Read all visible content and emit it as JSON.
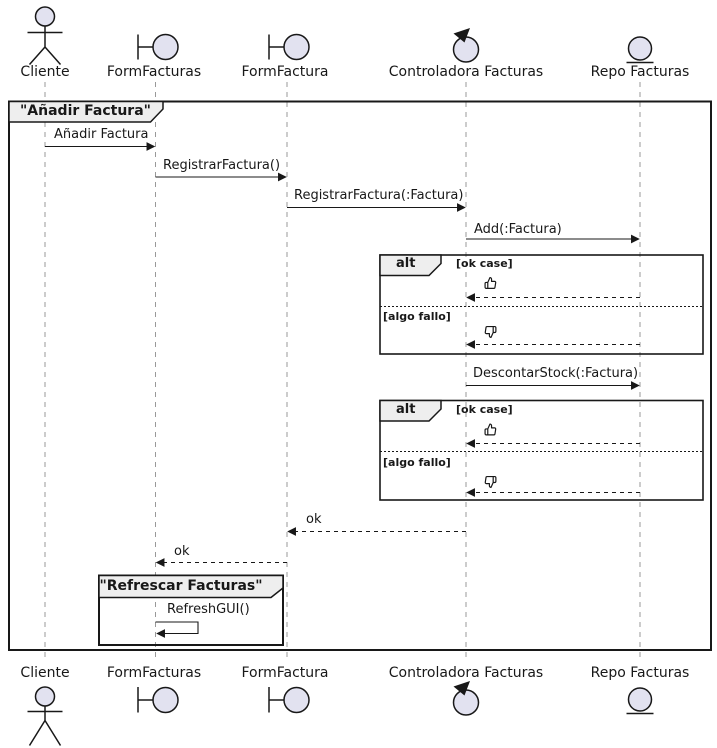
{
  "diagram_type": "uml-sequence-diagram",
  "participants": [
    {
      "name": "Cliente",
      "icon": "actor-icon"
    },
    {
      "name": "FormFacturas",
      "icon": "boundary-icon"
    },
    {
      "name": "FormFactura",
      "icon": "boundary-icon"
    },
    {
      "name": "Controladora Facturas",
      "icon": "control-icon"
    },
    {
      "name": "Repo Facturas",
      "icon": "entity-icon"
    }
  ],
  "frames": {
    "outer_title": "\"Añadir Factura\"",
    "inner_title": "\"Refrescar Facturas\""
  },
  "messages": {
    "anadir_factura": "Añadir Factura",
    "registrar_factura": "RegistrarFactura()",
    "registrar_factura_param": "RegistrarFactura(:Factura)",
    "add_factura": "Add(:Factura)",
    "descontar_stock": "DescontarStock(:Factura)",
    "ok_to_formfactura": "ok",
    "ok_to_formfacturas": "ok",
    "refresh_gui": "RefreshGUI()"
  },
  "alt_fragments": [
    {
      "operator": "alt",
      "guard_ok": "[ok case]",
      "guard_fail": "[algo fallo]",
      "result_ok_icon": "thumbs-up-icon",
      "result_fail_icon": "thumbs-down-icon"
    },
    {
      "operator": "alt",
      "guard_ok": "[ok case]",
      "guard_fail": "[algo fallo]",
      "result_ok_icon": "thumbs-up-icon",
      "result_fail_icon": "thumbs-down-icon"
    }
  ],
  "colors": {
    "icon_fill": "#E2E2F0",
    "stroke": "#181818",
    "lifeline": "#999999",
    "frame_label_fill": "#EEEEEE",
    "background": "#FFFFFF"
  }
}
